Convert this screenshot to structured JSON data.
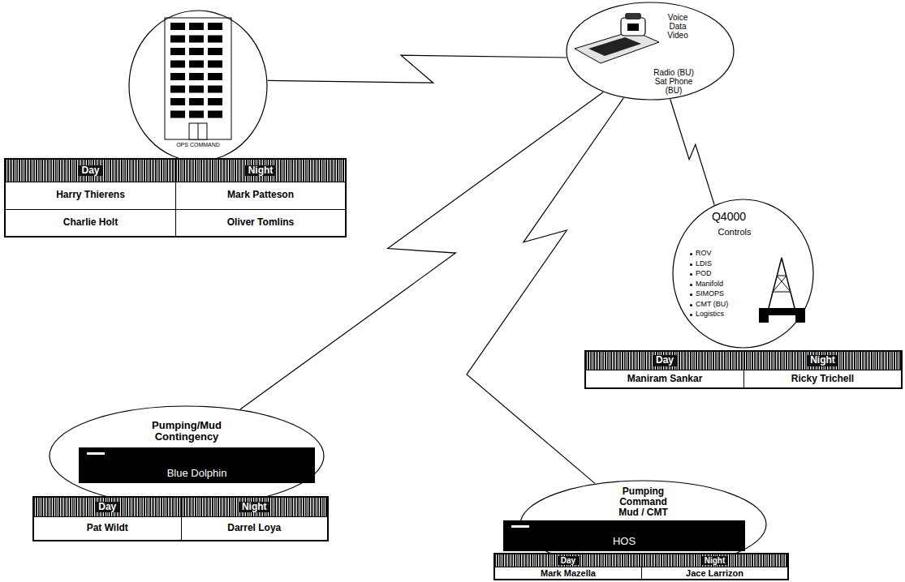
{
  "diagram": {
    "nodes": [
      {
        "text": [
          "OPS COMMAND"
        ]
      },
      {
        "text": [
          "Voice Data Video",
          "Radio (BU) Sat Phone (BU)"
        ]
      },
      {
        "text": [
          "Q4000",
          "Controls",
          "ROV",
          "LDIS",
          "POD",
          "Manifold",
          "SIMOPS",
          "CMT (BU)",
          "Logistics"
        ]
      },
      {
        "text": [
          "Pumping/Mud Contingency"
        ]
      },
      {
        "text": [
          "Blue Dolphin"
        ],
        "in": 3
      },
      {
        "text": [
          "Pumping Command Mud / CMT"
        ]
      },
      {
        "text": [
          "HOS"
        ],
        "in": 5
      }
    ],
    "edges": [
      {
        "from": 0,
        "to": 1,
        "arrow": "none"
      },
      {
        "from": 2,
        "to": 1,
        "arrow": "none"
      },
      {
        "from": 3,
        "to": 1,
        "arrow": "none"
      },
      {
        "from": 5,
        "to": 1,
        "arrow": "none"
      }
    ],
    "labels": [
      "Day",
      "Night",
      "Harry Thierens",
      "Mark Patteson",
      "Charlie Holt",
      "Oliver Tomlins",
      "Day",
      "Night",
      "Maniram Sankar",
      "Ricky Trichell",
      "Day",
      "Night",
      "Pat Wildt",
      "Darrel Loya",
      "Day",
      "Night",
      "Mark Mazella",
      "Jace Larrizon"
    ]
  }
}
